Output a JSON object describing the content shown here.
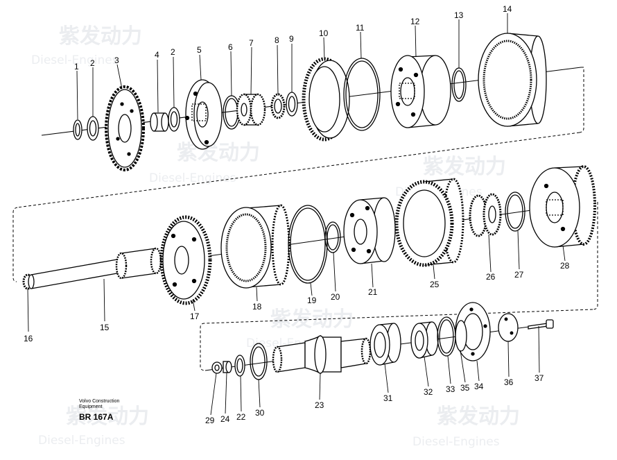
{
  "watermark": {
    "brand": "紫发动力",
    "sub": "Diesel-Engines"
  },
  "caption": {
    "line1": "Volvo Construction",
    "line2": "Equipment",
    "code": "BR 167A"
  },
  "parts": {
    "p1": "1",
    "p2": "2",
    "p3": "3",
    "p4": "4",
    "p2b": "2",
    "p5": "5",
    "p6": "6",
    "p7": "7",
    "p8": "8",
    "p9": "9",
    "p10": "10",
    "p11": "11",
    "p12": "12",
    "p13": "13",
    "p14": "14",
    "p15": "15",
    "p16": "16",
    "p17": "17",
    "p18": "18",
    "p19": "19",
    "p20": "20",
    "p21": "21",
    "p25": "25",
    "p26": "26",
    "p27": "27",
    "p28": "28",
    "p29": "29",
    "p24": "24",
    "p22": "22",
    "p30": "30",
    "p23": "23",
    "p31": "31",
    "p32": "32",
    "p33": "33",
    "p35": "35",
    "p34": "34",
    "p36": "36",
    "p37": "37"
  }
}
